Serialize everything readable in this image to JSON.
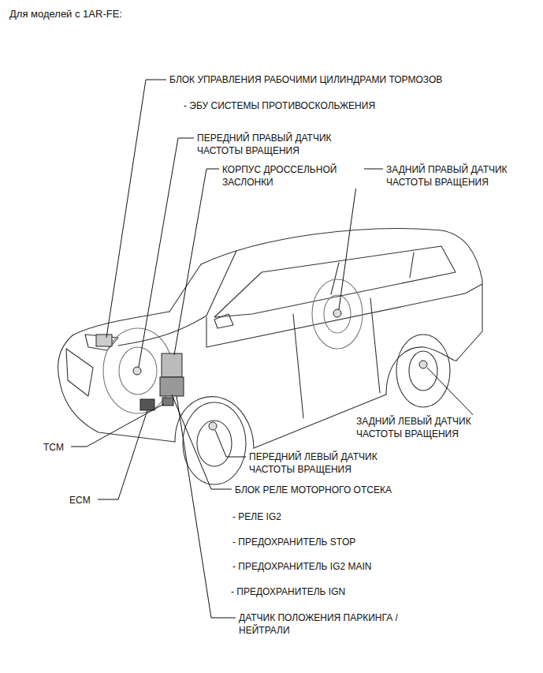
{
  "diagram": {
    "title": "Для моделей с 1AR-FE:",
    "labels": [
      "БЛОК УПРАВЛЕНИЯ РАБОЧИМИ ЦИЛИНДРАМИ ТОРМОЗОВ",
      "- ЭБУ СИСТЕМЫ ПРОТИВОСКОЛЬЖЕНИЯ",
      "ПЕРЕДНИЙ ПРАВЫЙ ДАТЧИК ЧАСТОТЫ ВРАЩЕНИЯ",
      "КОРПУС ДРОССЕЛЬНОЙ ЗАСЛОНКИ",
      "ЗАДНИЙ ПРАВЫЙ ДАТЧИК ЧАСТОТЫ ВРАЩЕНИЯ",
      "ЗАДНИЙ ЛЕВЫЙ ДАТЧИК ЧАСТОТЫ ВРАЩЕНИЯ",
      "TCM",
      "ПЕРЕДНИЙ ЛЕВЫЙ ДАТЧИК ЧАСТОТЫ ВРАЩЕНИЯ",
      "ECM",
      "БЛОК РЕЛЕ МОТОРНОГО ОТСЕКА",
      "- РЕЛЕ IG2",
      "- ПРЕДОХРАНИТЕЛЬ STOP",
      "- ПРЕДОХРАНИТЕЛЬ IG2 MAIN",
      "- ПРЕДОХРАНИТЕЛЬ IGN",
      "ДАТЧИК ПОЛОЖЕНИЯ ПАРКИНГА / НЕЙТРАЛИ"
    ]
  }
}
